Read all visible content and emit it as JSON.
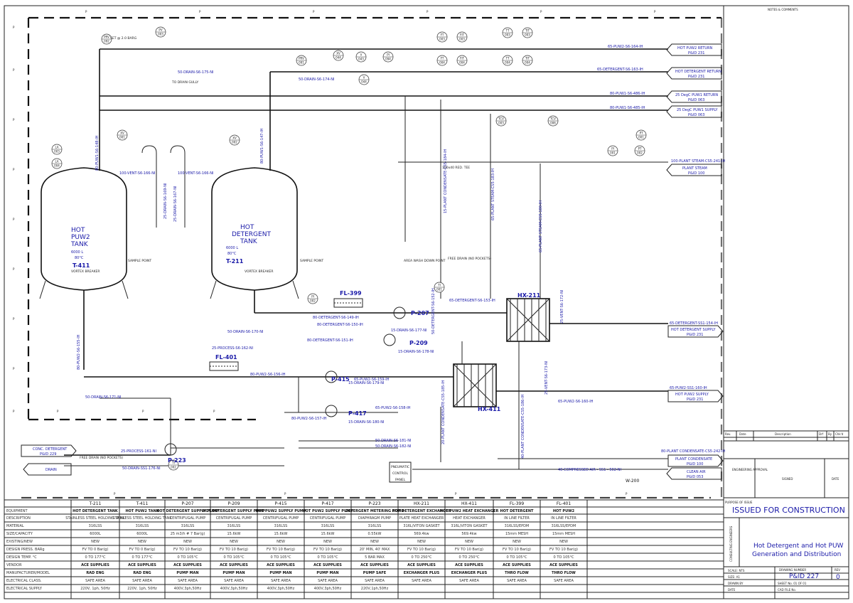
{
  "notes_header": "NOTES & COMMENTS",
  "title_block": {
    "purpose_label": "PURPOSE OF ISSUE",
    "purpose": "ISSUED FOR CONSTRUCTION",
    "title_line1": "Hot Detergent and Hot PUW",
    "title_line2": "Generation and Distribution",
    "drawing_number_label": "DRAWING NUMBER",
    "drawing_number": "P&ID 227",
    "rev_label": "REV",
    "rev": "0",
    "scale": "SCALE: NTS",
    "size": "SIZE: A1",
    "drawn_by": "DRAWN BY",
    "date": "DATE",
    "sheet": "SHEET No. 01 OF 01",
    "cad_file": "CAD FILE No.",
    "revision_headers": [
      "Rev.",
      "Date",
      "Description",
      "Drf",
      "By",
      "Chk'd"
    ],
    "engineering_approval": "ENGINEERING APPROVAL",
    "signed": "SIGNED",
    "date2": "DATE",
    "vertical_label": "CONSULTING ENGINEERS"
  },
  "off_page": [
    {
      "text": "HOT PUW2 RETURN",
      "sub": "P&ID 231"
    },
    {
      "text": "HOT DETERGENT RETURN",
      "sub": "P&ID 231"
    },
    {
      "text": "25 DegC PUW1 RETURN",
      "sub": "P&ID 063"
    },
    {
      "text": "25 DegC PUW1 SUPPLY",
      "sub": "P&ID 063"
    },
    {
      "text": "PLANT STEAM",
      "sub": "P&ID 100"
    },
    {
      "text": "HOT DETERGENT SUPPLY",
      "sub": "P&ID 231"
    },
    {
      "text": "HOT PUW2 SUPPLY",
      "sub": "P&ID 231"
    },
    {
      "text": "PLANT CONDENSATE",
      "sub": "P&ID 100"
    },
    {
      "text": "CLEAN AIR",
      "sub": "P&ID 053"
    },
    {
      "text": "CONC. DETERGENT",
      "sub": "P&ID 229"
    },
    {
      "text": "DRAIN",
      "sub": ""
    }
  ],
  "line_labels": [
    "65-PUW2-S6-164-IH",
    "65-DETERGENT-S6-163-IH",
    "80-PUW1-S6-486-IH",
    "80-PUW1-S6-485-IH",
    "100-PLANT STEAM-CS5-241-IH",
    "65-DETERGENT-SS1-154-IH",
    "65-PUW2-SS1-160-IH",
    "65-PUW2-S6-160-IH",
    "80-PLANT CONDENSATE-CS5-242-IH",
    "40-COMPRESSED AIR - SS1 - 502-NI",
    "50-DRAIN-S6-175-NI",
    "50-DRAIN-S6-174-NI",
    "100-VENT-S6-166-NI",
    "100-VENT-S6-166-NI",
    "80-DETERGENT-S6-149-IH",
    "80-DETERGENT-S6-150-IH",
    "80-DETERGENT-S6-151-IH",
    "50-DRAIN-S6-170-NI",
    "25-PROCESS-S6-162-NI",
    "80-PUW2-S6-156-IH",
    "15-DRAIN-S6-179-NI",
    "65-PUW2-S6-159-IH",
    "65-PUW2-S6-158-IH",
    "15-DRAIN-S6-180-NI",
    "80-PUW2-S6-157-IH",
    "50-DRAIN-S6-181-NI",
    "50-DRAIN-S6-182-NI",
    "50-DRAIN-S6-171-NI",
    "25-PROCESS-161-NI",
    "50-DRAIN-SS1-176-NI",
    "80-PUW2-S6-155-IH",
    "80-PUW1-S6-148-IH",
    "80-PUW1-S6-147-IH",
    "15-DRAIN-S6-177-NI",
    "15-DRAIN-S6-178-NI",
    "65-DETERGENT-S6-153-IH",
    "15-PLANT CONDENSATE-CS5-184-IH",
    "65-PLANT STEAM-CS5-183-IH",
    "65-PLANT STEAM-CS5-180-IH",
    "25-VENT-S6-172-NI",
    "25-VENT-S6-173-NI",
    "20-PLANT CONDENSATE-CS5-185-IH",
    "40-PLANT CONDENSATE-CS5-186-IH",
    "25-DRAIN-S6-169-NI",
    "25-DRAIN-S6-167-NI",
    "50-DETERGENT-S6-152-IH"
  ],
  "equipment_tags": {
    "tank1": [
      "HOT",
      "PUW2",
      "TANK"
    ],
    "tank1_spec": [
      "6000 L",
      "80°C"
    ],
    "tank1_id": "T-411",
    "tank2": [
      "HOT",
      "DETERGENT",
      "TANK"
    ],
    "tank2_spec": [
      "6000 L",
      "80°C"
    ],
    "tank2_id": "T-211",
    "fl399": "FL-399",
    "fl401": "FL-401",
    "hx211": "HX-211",
    "hx411": "HX-411",
    "p207": "P-207",
    "p209": "P-209",
    "p415": "P-415",
    "p417": "P-417",
    "p223": "P-223",
    "w200": "W-200",
    "vortex": "VORTEX BREAKER",
    "sample": "SAMPLE POINT",
    "area_wash": "AREA WASH DOWN POINT",
    "free_drain": "FREE DRAIN (NO POCKETS)",
    "free_drain2": "FREE DRAIN (NO POCKETS)",
    "pneumatic": [
      "PNEUMATIC",
      "CONTROL",
      "PANEL"
    ],
    "set_bar": "SET @ 2.0 BARG",
    "to_drain": "TO DRAIN GULLY",
    "red_tee": "100x40 RED. TEE"
  },
  "table": {
    "headers": [
      "T-211",
      "T-411",
      "P-207",
      "P-209",
      "P-415",
      "P-417",
      "P-223",
      "HX-211",
      "HX-411",
      "FL-399",
      "FL-401"
    ],
    "row_labels": [
      "EQUIPMENT",
      "DESCRIPTION",
      "MATERIAL",
      "SIZE/CAPACITY",
      "EXISTING/NEW",
      "DESIGN PRESS. BARg",
      "DESIGN TEMP. °C",
      "VENDOR",
      "MANUFACTURER/MODEL",
      "ELECTRICAL CLASS.",
      "ELECTRICAL SUPPLY"
    ],
    "rows": [
      [
        "HOT DETERGENT TANK",
        "HOT PUW2 TANK",
        "HOT DETERGENT SUPPLY PUMP",
        "HOT DETERGENT SUPPLY PUMP",
        "HOT PUW2 SUPPLY PUMP",
        "HOT PUW2 SUPPLY PUMP",
        "DETERGENT METERING PUMP",
        "HOT DETERGENT EXCHANGER",
        "HOT PUW2 HEAT EXCHANGER",
        "HOT DETERGENT",
        "HOT PUW2"
      ],
      [
        "STAINLESS STEEL HOLDING TANK",
        "STAINLESS STEEL HOLDING TANK",
        "CENTRIFUGAL PUMP",
        "CENTRIFUGAL PUMP",
        "CENTRIFUGAL PUMP",
        "CENTRIFUGAL PUMP",
        "DIAPHRAGM PUMP",
        "PLATE HEAT EXCHANGER",
        "HEAT EXCHANGER",
        "IN LINE FILTER",
        "IN LINE FILTER"
      ],
      [
        "316LSS",
        "316LSS",
        "316LSS",
        "316LSS",
        "316LSS",
        "316LSS",
        "316LSS",
        "316L/VITON GASKET",
        "316L/VITON GASKET",
        "316LSS/EPDM",
        "316LSS/EPDM"
      ],
      [
        "6000L",
        "6000L",
        "25 m3/h # 7 Bar(g)",
        "15.6kW",
        "15.6kW",
        "15.6kW",
        "0.55kW",
        "569.4kw",
        "569.4kw",
        "15mm MESH",
        "15mm MESH"
      ],
      [
        "NEW",
        "NEW",
        "NEW",
        "NEW",
        "NEW",
        "NEW",
        "NEW",
        "NEW",
        "NEW",
        "NEW",
        "NEW"
      ],
      [
        "FV TO 0 Bar(g)",
        "FV TO 0 Bar(g)",
        "FV TO 10 Bar(g)",
        "FV TO 10 Bar(g)",
        "FV TO 10 Bar(g)",
        "FV TO 10 Bar(g)",
        "20' MIN, 40' MAX",
        "FV TO 10 Bar(g)",
        "FV TO 10 Bar(g)",
        "FV TO 10 Bar(g)",
        "FV TO 10 Bar(g)"
      ],
      [
        "0 TO 177°C",
        "0 TO 177°C",
        "0 TO 105°C",
        "0 TO 105°C",
        "0 TO 105°C",
        "0 TO 105°C",
        "5 BAR MAX",
        "0 TO 250°C",
        "0 TO 250°C",
        "0 TO 105°C",
        "0 TO 105°C"
      ],
      [
        "ACE SUPPLIES",
        "ACE SUPPLIES",
        "ACE SUPPLIES",
        "ACE SUPPLIES",
        "ACE SUPPLIES",
        "ACE SUPPLIES",
        "ACE SUPPLIES",
        "ACE SUPPLIES",
        "ACE SUPPLIES",
        "ACE SUPPLIES",
        "ACE SUPPLIES"
      ],
      [
        "RAD ENG",
        "RAD ENG",
        "PUMP MAN",
        "PUMP MAN",
        "PUMP MAN",
        "PUMP MAN",
        "PUMP SAFE",
        "EXCHANGER PLUS",
        "EXCHANGER PLUS",
        "THRO FLOW",
        "THRO FLOW"
      ],
      [
        "SAFE AREA",
        "SAFE AREA",
        "SAFE AREA",
        "SAFE AREA",
        "SAFE AREA",
        "SAFE AREA",
        "SAFE AREA",
        "SAFE AREA",
        "SAFE AREA",
        "SAFE AREA",
        "SAFE AREA"
      ],
      [
        "220V, 1ph, 50Hz",
        "220V, 1ph, 50Hz",
        "400V,3ph,50Hz",
        "400V,3ph,50Hz",
        "400V,3ph,50Hz",
        "400V,3ph,50Hz",
        "220V,1ph,50Hz",
        "",
        "",
        "",
        ""
      ]
    ]
  },
  "instruments": [
    {
      "tag": "PRV",
      "num": "092"
    },
    {
      "tag": "PV",
      "num": "003"
    },
    {
      "tag": "FT",
      "num": "003"
    },
    {
      "tag": "FIT",
      "num": "003"
    },
    {
      "tag": "FT",
      "num": "004"
    },
    {
      "tag": "FIT",
      "num": "004"
    },
    {
      "tag": "TT",
      "num": "003"
    },
    {
      "tag": "TIT",
      "num": "003"
    },
    {
      "tag": "TT",
      "num": "004"
    },
    {
      "tag": "TIT",
      "num": "004"
    },
    {
      "tag": "PRV",
      "num": "091"
    },
    {
      "tag": "XV",
      "num": "044"
    },
    {
      "tag": "V",
      "num": "043"
    },
    {
      "tag": "PI",
      "num": "094"
    },
    {
      "tag": "V",
      "num": "044"
    },
    {
      "tag": "LA",
      "num": "003"
    },
    {
      "tag": "LA",
      "num": "004"
    },
    {
      "tag": "XV",
      "num": "001"
    },
    {
      "tag": "XV",
      "num": "002"
    },
    {
      "tag": "TCV",
      "num": "003"
    },
    {
      "tag": "TCV",
      "num": "006"
    },
    {
      "tag": "PT",
      "num": "001"
    },
    {
      "tag": "PI",
      "num": "001"
    },
    {
      "tag": "PT",
      "num": "002"
    },
    {
      "tag": "PI",
      "num": "002"
    },
    {
      "tag": "TI",
      "num": "001"
    },
    {
      "tag": "TI",
      "num": "002"
    },
    {
      "tag": "PI",
      "num": "223"
    }
  ]
}
